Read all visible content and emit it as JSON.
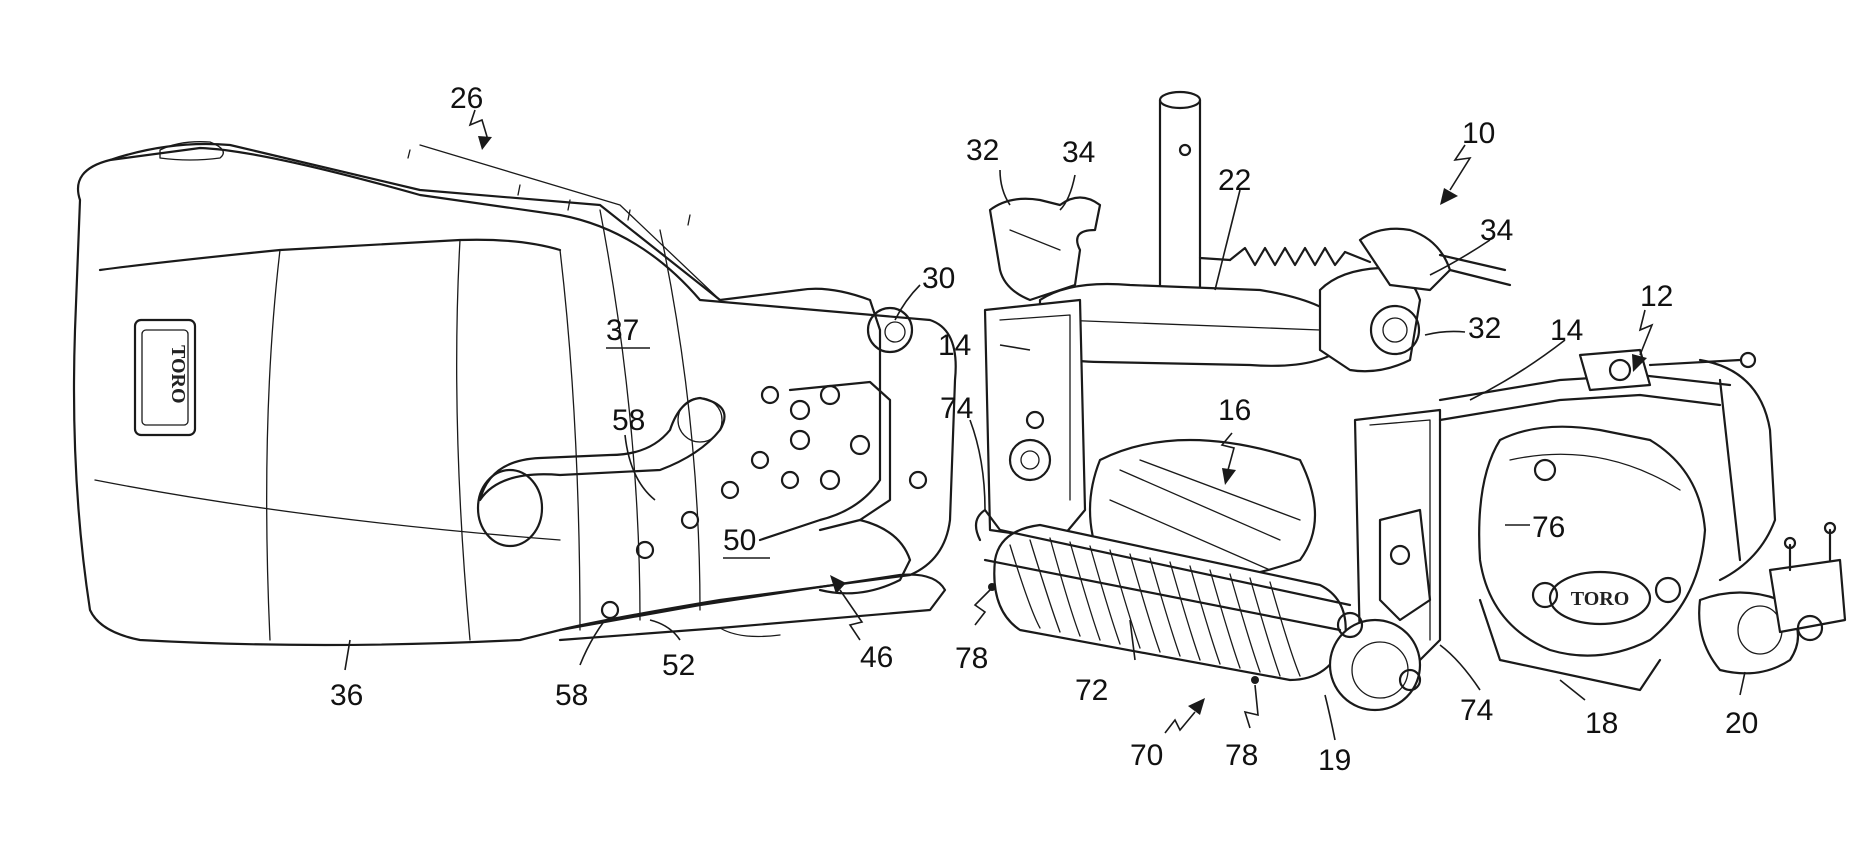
{
  "figure": {
    "labels": {
      "l10": "10",
      "l12": "12",
      "l14a": "14",
      "l14b": "14",
      "l16": "16",
      "l18": "18",
      "l19": "19",
      "l20": "20",
      "l22": "22",
      "l26": "26",
      "l30": "30",
      "l32a": "32",
      "l32b": "32",
      "l34a": "34",
      "l34b": "34",
      "l36": "36",
      "l37": "37",
      "l46": "46",
      "l50": "50",
      "l52": "52",
      "l58a": "58",
      "l58b": "58",
      "l70": "70",
      "l72": "72",
      "l74a": "74",
      "l74b": "74",
      "l76": "76",
      "l78a": "78",
      "l78b": "78"
    },
    "logos": {
      "grass_box_logo": "TORO",
      "motor_cover_logo": "TORO"
    }
  }
}
